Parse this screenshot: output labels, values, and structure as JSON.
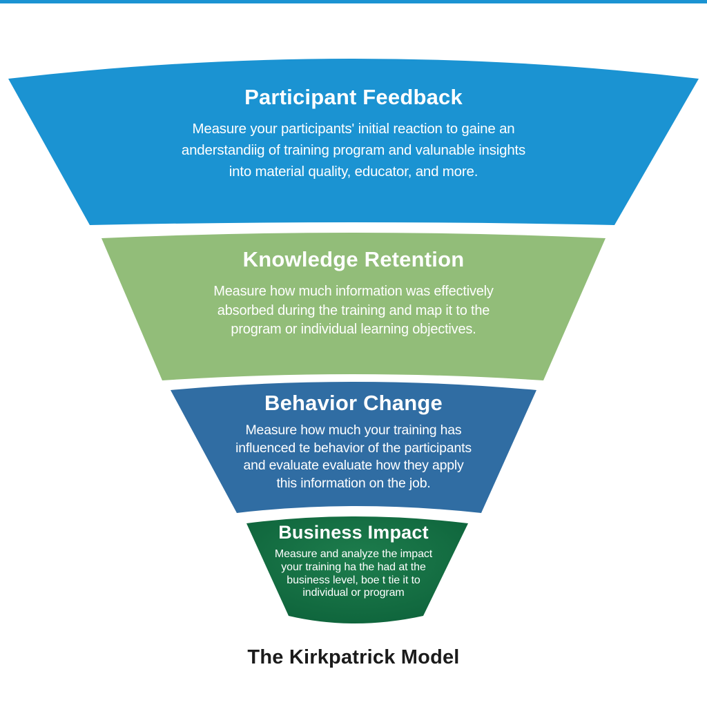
{
  "top_strip_color": "#1b93d2",
  "text_color": "#ffffff",
  "caption_color": "#1b1b1b",
  "caption": "The Kirkpatrick Model",
  "funnel": {
    "levels": [
      {
        "title": "Participant Feedback",
        "description": "Measure your participants' initial reaction to gaine an\nanderstandiig of training program and valunable insights\ninto material quality, educator, and more.",
        "color": "#1b93d2"
      },
      {
        "title": "Knowledge Retention",
        "description": "Measure how much information was effectively\nabsorbed during the training and map it to the\nprogram or individual learning objectives.",
        "color": "#92bd79"
      },
      {
        "title": "Behavior Change",
        "description": "Measure how much your training has\ninfluenced te behavior of the participants\nand evaluate evaluate how they apply\nthis information on the job.",
        "color": "#306da3"
      },
      {
        "title": "Business Impact",
        "description": "Measure and analyze the impact\nyour training ha the had at the\nbusiness level, boe t tie it to\nindividual or program",
        "color": "#15764a",
        "gradient_center": "#1e7d4d",
        "gradient_edge": "#0b5f38"
      }
    ]
  }
}
